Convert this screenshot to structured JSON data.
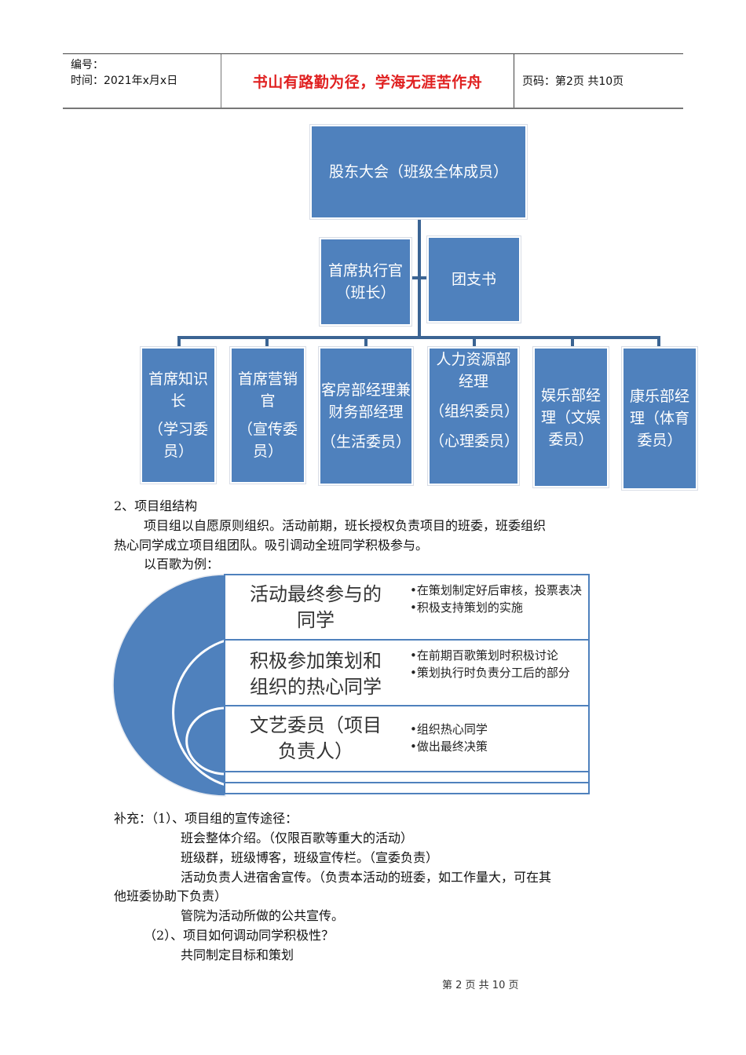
{
  "header": {
    "number_label": "编号：",
    "time_label": "时间：2021年x月x日",
    "motto": "书山有路勤为径，学海无涯苦作舟",
    "page_label": "页码：第2页  共10页"
  },
  "org_chart": {
    "root": "股东大会（班级全体成员）",
    "mid_left": [
      "首席执行官",
      "（班长）"
    ],
    "mid_right": "团支书",
    "children": [
      {
        "lines": [
          "首席知识",
          "长",
          "（学习委",
          "员）"
        ]
      },
      {
        "lines": [
          "首席营销",
          "官",
          "（宣传委",
          "员）"
        ]
      },
      {
        "lines": [
          "客房部经理兼",
          "财务部经理",
          "（生活委员）"
        ]
      },
      {
        "lines": [
          "人力资源部",
          "经理",
          "（组织委员）",
          "（心理委员）"
        ]
      },
      {
        "lines": [
          "娱乐部经",
          "理（文娱",
          "委员）"
        ]
      },
      {
        "lines": [
          "康乐部经",
          "理（体育",
          "委员）"
        ]
      }
    ],
    "colors": {
      "box": "#4f81bd",
      "connector": "#3b6493"
    }
  },
  "section2": {
    "heading": "2、项目组结构",
    "para_line1": "项目组以自愿原则组织。活动前期，班长授权负责项目的班委，班委组织",
    "para_line2": "热心同学成立项目组团队。吸引调动全班同学积极参与。",
    "example": "以百歌为例："
  },
  "nested_diagram": {
    "rows": [
      {
        "label": [
          "活动最终参与的",
          "同学"
        ],
        "bullets": [
          "•在策划制定好后审核，投票表决",
          "•积极支持策划的实施"
        ]
      },
      {
        "label": [
          "积极参加策划和",
          "组织的热心同学"
        ],
        "bullets": [
          "•在前期百歌策划时积极讨论",
          "•策划执行时负责分工后的部分"
        ]
      },
      {
        "label": [
          "文艺委员（项目",
          "负责人）"
        ],
        "bullets": [
          "•组织热心同学",
          "•做出最终决策"
        ]
      }
    ]
  },
  "supplement": {
    "line1": "补充：（1）、项目组的宣传途径：",
    "line2": "班会整体介绍。（仅限百歌等重大的活动）",
    "line3": "班级群，班级博客，班级宣传栏。（宣委负责）",
    "line4": "活动负责人进宿舍宣传。（负责本活动的班委，如工作量大，可在其",
    "line5": "他班委协助下负责）",
    "line6": "管院为活动所做的公共宣传。",
    "line7": "（2）、项目如何调动同学积极性？",
    "line8": "共同制定目标和策划"
  },
  "footer": {
    "page": "第 2 页 共 10 页"
  }
}
